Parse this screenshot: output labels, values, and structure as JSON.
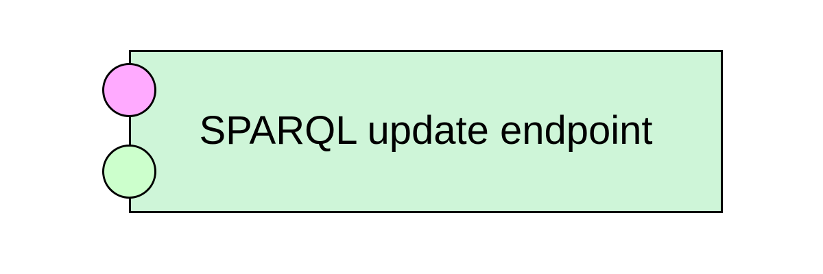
{
  "component": {
    "label": "SPARQL update endpoint",
    "fill_color": "#cef5d8",
    "border_color": "#000000"
  },
  "ports": [
    {
      "name": "input-port",
      "fill_color": "#ffaaff"
    },
    {
      "name": "output-port",
      "fill_color": "#ccffcc"
    }
  ]
}
